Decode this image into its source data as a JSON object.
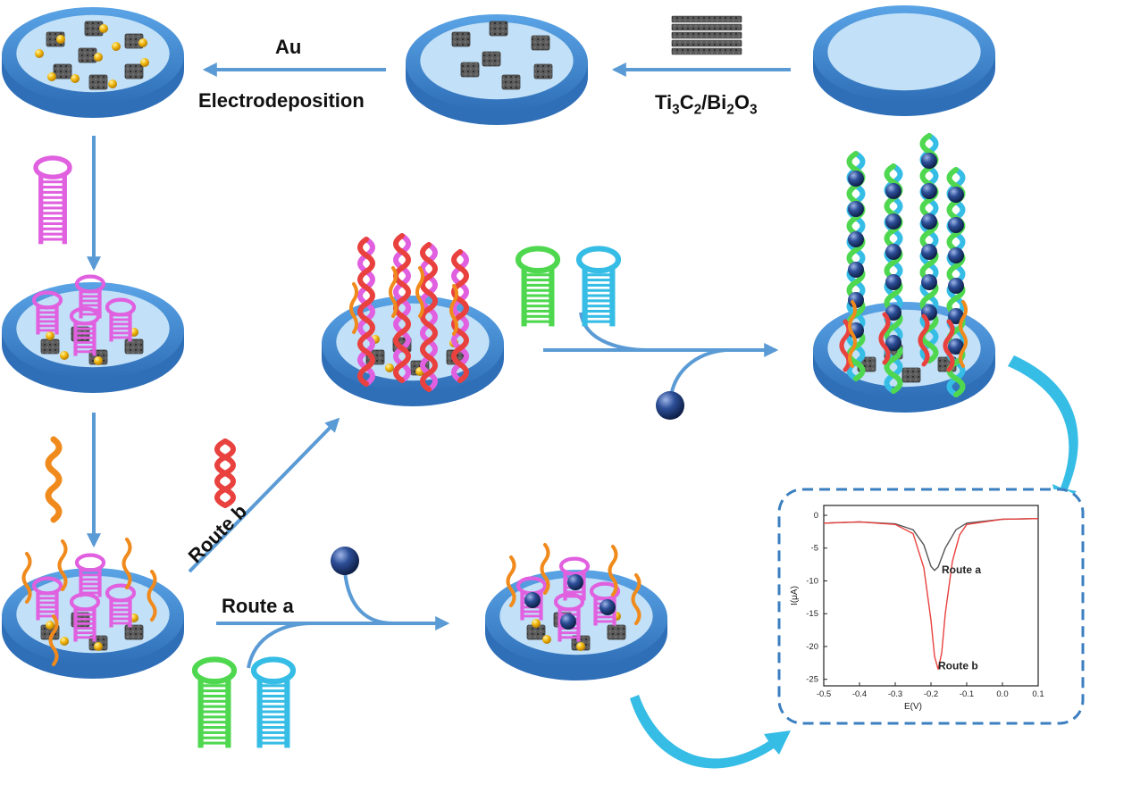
{
  "labels": {
    "au": "Au",
    "electrodeposition": "Electrodeposition",
    "material": {
      "a": "Ti",
      "s1": "3",
      "b": "C",
      "s2": "2",
      "c": "/Bi",
      "s3": "2",
      "d": "O",
      "s4": "3"
    },
    "route_a": "Route a",
    "route_b": "Route b"
  },
  "chart_data": {
    "type": "line",
    "xlabel": "E(V)",
    "ylabel": "I(μA)",
    "x_ticks": [
      "-0.5",
      "-0.4",
      "-0.3",
      "-0.2",
      "-0.1",
      "0.0",
      "0.1"
    ],
    "y_ticks": [
      "0",
      "-5",
      "-10",
      "-15",
      "-20",
      "-25"
    ],
    "xlim": [
      -0.5,
      0.1
    ],
    "ylim": [
      -26,
      1.5
    ],
    "grid": false,
    "series": [
      {
        "name": "Route a",
        "color": "#555555",
        "points": [
          [
            -0.5,
            -1.2
          ],
          [
            -0.4,
            -1.0
          ],
          [
            -0.3,
            -1.3
          ],
          [
            -0.25,
            -2.2
          ],
          [
            -0.22,
            -4.5
          ],
          [
            -0.2,
            -7.8
          ],
          [
            -0.19,
            -8.4
          ],
          [
            -0.18,
            -7.9
          ],
          [
            -0.16,
            -5.0
          ],
          [
            -0.13,
            -2.2
          ],
          [
            -0.1,
            -1.2
          ],
          [
            0.0,
            -0.6
          ],
          [
            0.1,
            -0.5
          ]
        ]
      },
      {
        "name": "Route b",
        "color": "#e8413e",
        "points": [
          [
            -0.5,
            -1.2
          ],
          [
            -0.4,
            -1.0
          ],
          [
            -0.3,
            -1.4
          ],
          [
            -0.25,
            -2.8
          ],
          [
            -0.22,
            -8.0
          ],
          [
            -0.2,
            -16.0
          ],
          [
            -0.19,
            -21.5
          ],
          [
            -0.18,
            -23.5
          ],
          [
            -0.17,
            -21.0
          ],
          [
            -0.16,
            -15.0
          ],
          [
            -0.14,
            -7.0
          ],
          [
            -0.12,
            -3.0
          ],
          [
            -0.1,
            -1.4
          ],
          [
            0.0,
            -0.6
          ],
          [
            0.1,
            -0.5
          ]
        ]
      }
    ],
    "annotations": [
      "Route a",
      "Route b"
    ]
  },
  "colors": {
    "arrow": "#5b9bd5",
    "curved_arrow": "#36bde6",
    "disk_rim": "#4a8fd6",
    "disk_face": "#c2e0f7",
    "hairpin_magenta": "#e060e0",
    "hairpin_green": "#4fd84f",
    "hairpin_blue": "#36bde6",
    "target_orange": "#f08a1c",
    "target_red": "#e8413e",
    "bead_navy": "#233f7d",
    "au_gold": "#f2b90f"
  }
}
